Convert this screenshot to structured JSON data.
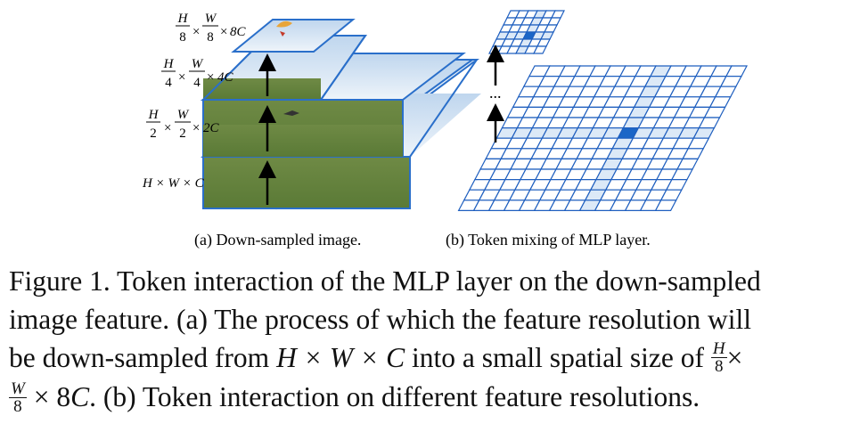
{
  "panel_a": {
    "labels": [
      {
        "num1": "H",
        "den1": "8",
        "num2": "W",
        "den2": "8",
        "tail": "8C"
      },
      {
        "num1": "H",
        "den1": "4",
        "num2": "W",
        "den2": "4",
        "tail": "4C"
      },
      {
        "num1": "H",
        "den1": "2",
        "num2": "W",
        "den2": "2",
        "tail": "2C"
      },
      {
        "full": "H × W × C"
      }
    ],
    "subcaption": "(a) Down-sampled image."
  },
  "panel_b": {
    "ellipsis": "...",
    "subcaption": "(b) Token mixing of MLP layer.",
    "colors": {
      "grid_line": "#1f5fbf",
      "highlight": "#dce9f7",
      "center": "#1b66c7"
    }
  },
  "caption": {
    "line1": "Figure 1. Token interaction of the MLP layer on the down-sampled",
    "line2": "image feature. (a) The process of which the feature resolution will",
    "line3_pre": "be down-sampled from ",
    "line3_math": "H × W × C",
    "line3_mid": " into a small spatial size of ",
    "frac_h_num": "H",
    "frac_h_den": "8",
    "times": "×",
    "frac_w_num": "W",
    "frac_w_den": "8",
    "line4_mid": " × 8",
    "line4_c": "C",
    "line4_post": ". (b) Token interaction on different feature resolutions."
  }
}
